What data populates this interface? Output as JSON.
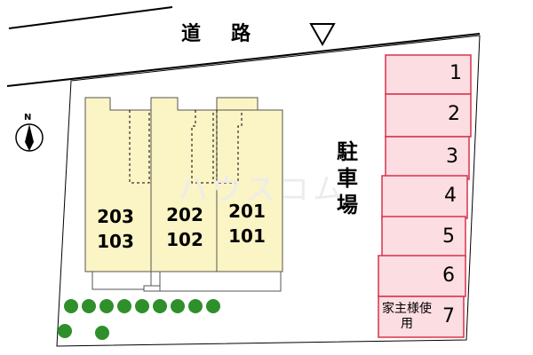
{
  "diagram": {
    "road_label": "道路",
    "parking_label": "駐車場",
    "north_label": "N",
    "watermark": "ハウスコム",
    "buildings": [
      {
        "upper": "203",
        "lower": "103"
      },
      {
        "upper": "202",
        "lower": "102"
      },
      {
        "upper": "201",
        "lower": "101"
      }
    ],
    "parking_slots": [
      "1",
      "2",
      "3",
      "4",
      "5",
      "6",
      "7"
    ],
    "owner_slot_note": "家主様使用",
    "colors": {
      "building_fill": "#fbf4c4",
      "parking_fill": "#fbdde2",
      "parking_border": "#d8324a",
      "tree": "#2f8f2a",
      "outline": "#000000"
    }
  }
}
